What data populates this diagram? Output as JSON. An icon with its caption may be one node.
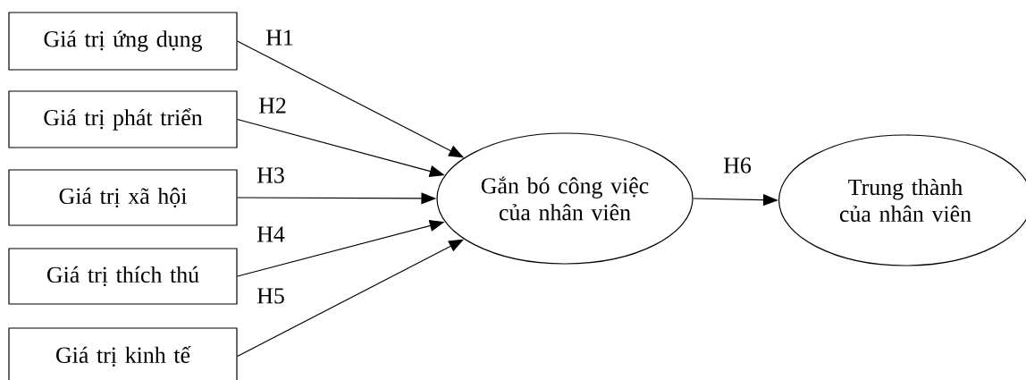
{
  "diagram": {
    "nodes": [
      {
        "text": [
          "Giá trị ứng dụng"
        ]
      },
      {
        "text": [
          "Giá trị phát triển"
        ]
      },
      {
        "text": [
          "Giá trị xã hội"
        ]
      },
      {
        "text": [
          "Giá trị thích thú"
        ]
      },
      {
        "text": [
          "Giá trị kinh tế"
        ]
      },
      {
        "text": [
          "Gắn bó công việc của nhân viên"
        ]
      },
      {
        "text": [
          "Trung thành của nhân viên"
        ]
      }
    ],
    "edges": [
      {
        "from": 0,
        "to": 5,
        "arrow": "to",
        "label": "H1"
      },
      {
        "from": 1,
        "to": 5,
        "arrow": "to",
        "label": "H2"
      },
      {
        "from": 2,
        "to": 5,
        "arrow": "to",
        "label": "H3"
      },
      {
        "from": 3,
        "to": 5,
        "arrow": "to",
        "label": "H4"
      },
      {
        "from": 4,
        "to": 5,
        "arrow": "to",
        "label": "H5"
      },
      {
        "from": 5,
        "to": 6,
        "arrow": "to",
        "label": "H6"
      }
    ]
  }
}
